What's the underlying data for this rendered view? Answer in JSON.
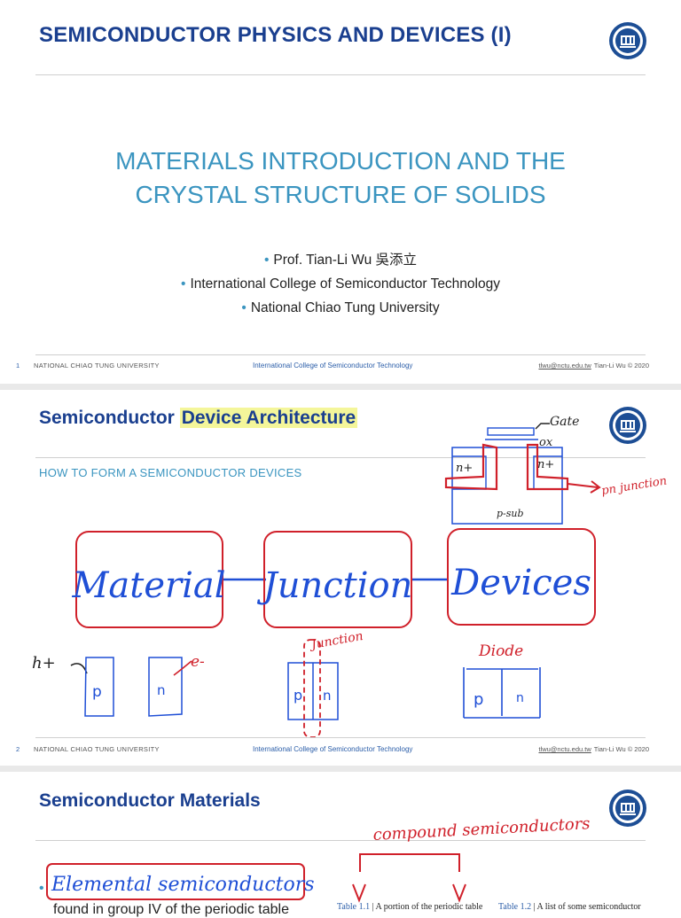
{
  "slide1": {
    "header": "SEMICONDUCTOR PHYSICS AND DEVICES (I)",
    "title_line1": "MATERIALS INTRODUCTION AND THE",
    "title_line2": "CRYSTAL STRUCTURE OF SOLIDS",
    "bullets": [
      "Prof. Tian-Li Wu 吳添立",
      "International College of Semiconductor Technology",
      "National Chiao Tung University"
    ],
    "footer": {
      "page": "1",
      "university": "NATIONAL CHIAO TUNG UNIVERSITY",
      "college": "International College of Semiconductor Technology",
      "email": "tlwu@nctu.edu.tw",
      "author": "Tian-Li Wu © 2020"
    }
  },
  "slide2": {
    "title_plain": "Semiconductor ",
    "title_highlight": "Device Architecture",
    "subtitle": "HOW TO FORM A SEMICONDUCTOR DEVICES",
    "annotations": {
      "gate": "Gate",
      "ox": "ox",
      "n_plus_left": "n+",
      "n_plus_right": "n+",
      "pn_junction": "pn junction",
      "p_sub": "p-sub",
      "box_material": "Material",
      "box_junction": "Junction",
      "box_devices": "Devices",
      "hole": "h+",
      "electron": "e-",
      "p_left": "p",
      "n_left": "n",
      "junction_label": "Junction",
      "p_mid": "p",
      "n_mid": "n",
      "diode": "Diode",
      "p_right": "p",
      "n_right": "n"
    },
    "footer": {
      "page": "2",
      "university": "NATIONAL CHIAO TUNG UNIVERSITY",
      "college": "International College of Semiconductor Technology",
      "email": "tlwu@nctu.edu.tw",
      "author": "Tian-Li Wu © 2020"
    }
  },
  "slide3": {
    "title": "Semiconductor Materials",
    "annotation_compound": "compound semiconductors",
    "annotation_elemental": "Elemental semiconductors",
    "bullet_partial": "found in group IV of the periodic table",
    "table11_label": "Table 1.1",
    "table11_text": "A portion of the periodic table",
    "table12_label": "Table 1.2",
    "table12_text": "A list of some semiconductor"
  },
  "colors": {
    "header_blue": "#1a3f8f",
    "title_cyan": "#3b95c0",
    "ink_red": "#d0202a",
    "ink_blue": "#1f4fd6"
  }
}
